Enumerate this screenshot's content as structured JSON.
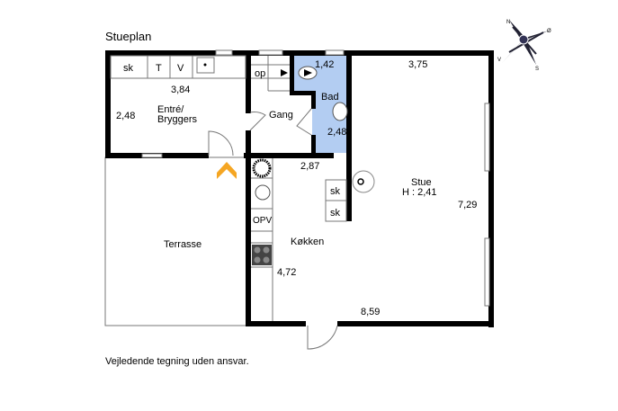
{
  "title": "Stueplan",
  "disclaimer": "Vejledende tegning uden ansvar.",
  "compass": {
    "n": "N",
    "e": "Ø",
    "w": "V",
    "s": "S"
  },
  "colors": {
    "bathroom": "#b3cdf2",
    "wall": "#000000",
    "entrance_arrow": "#f5a623"
  },
  "rooms": {
    "entre": {
      "name_line1": "Entré/",
      "name_line2": "Bryggers",
      "width": "3,84",
      "depth": "2,48",
      "fixtures": [
        "sk",
        "T",
        "V"
      ]
    },
    "gang": {
      "name": "Gang",
      "stairs": "op"
    },
    "bad": {
      "name": "Bad",
      "width": "1,42",
      "depth": "2,48"
    },
    "stue": {
      "name": "Stue",
      "height": "H : 2,41",
      "width": "3,75",
      "depth": "7,29",
      "cabinets": [
        "sk",
        "sk"
      ]
    },
    "kokken": {
      "name": "Køkken",
      "width": "2,87",
      "depth": "4,72",
      "overall_width": "8,59",
      "appliance": "OPV"
    },
    "terrasse": {
      "name": "Terrasse"
    }
  }
}
